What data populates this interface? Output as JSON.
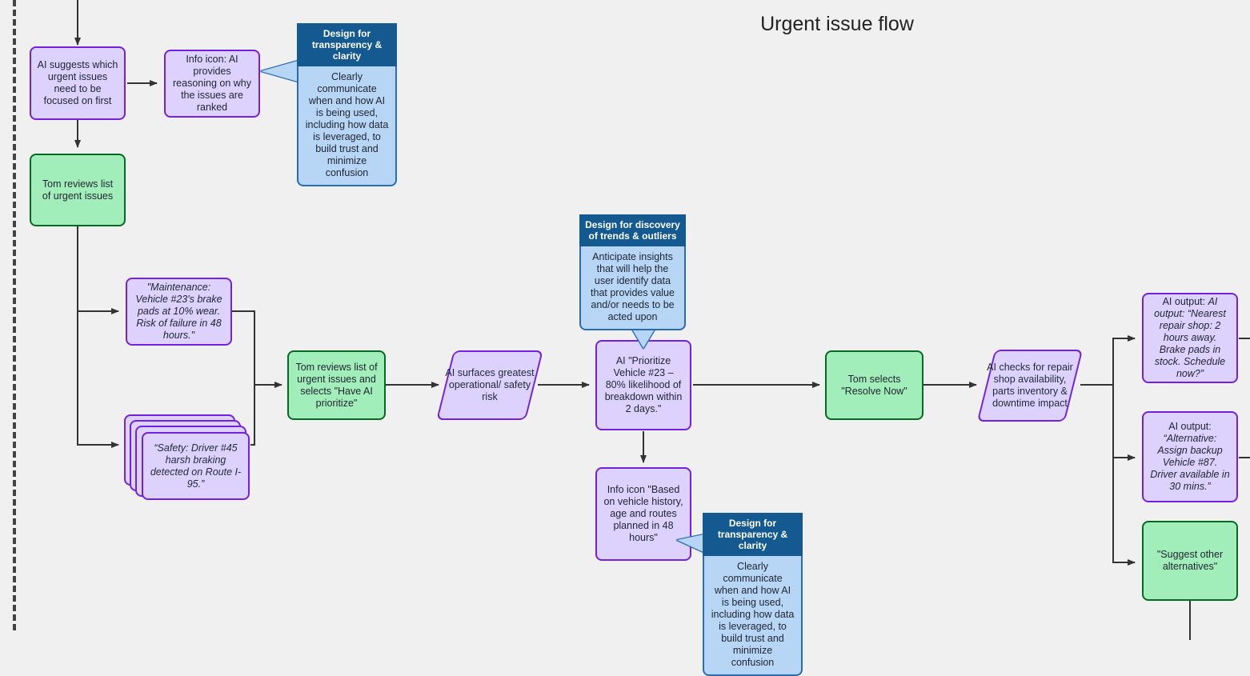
{
  "title": "Urgent issue flow",
  "colors": {
    "background": "#f0f0f0",
    "process_fill": "#ddd2fd",
    "process_border": "#7321e0",
    "action_fill": "#a2eebb",
    "action_border": "#046a21",
    "annotation_header_bg": "#14598f",
    "annotation_body_bg": "#b7d6f5",
    "annotation_border": "#2b6cb0",
    "edge": "#333333",
    "lane_divider": "#444444"
  },
  "nodes": {
    "ai_suggests": "AI suggests which urgent issues need to be focused on first",
    "info_icon_reasoning": "Info icon: AI provides reasoning on why the issues are ranked",
    "tom_reviews": "Tom reviews list of urgent issues",
    "maintenance_quote": "\"Maintenance: Vehicle #23's brake pads at 10% wear. Risk of failure in 48 hours.\"",
    "safety_quote": "“Safety: Driver #45 harsh braking detected on Route I-95.”",
    "tom_reviews_prioritize": "Tom reviews list of urgent issues and selects \"Have AI prioritize\"",
    "ai_surfaces_risk": "AI surfaces greatest operational/ safety risk",
    "ai_prioritize": "AI \"Prioritize Vehicle #23 – 80% likelihood of breakdown within 2 days.\"",
    "info_icon_basis": "Info icon \"Based on vehicle history, age and routes planned in 48 hours\"",
    "tom_resolve_now": "Tom selects \"Resolve Now\"",
    "ai_checks_repair": "AI checks for repair shop availability, parts inventory & downtime impact",
    "ai_output_nearest": "AI output: “Nearest repair shop: 2 hours away. Brake pads in stock. Schedule now?”",
    "ai_output_nearest_prefix": "AI output: ",
    "ai_output_alternative_prefix": "AI output:",
    "ai_output_alternative": "“Alternative: Assign backup Vehicle #87. Driver available in 30 mins.”",
    "suggest_alternatives": "\"Suggest other alternatives\""
  },
  "annotations": {
    "transparency_top": {
      "header": "Design for transparency & clarity",
      "body": "Clearly communicate when and how AI is being used, including how data is leveraged, to build trust and minimize confusion"
    },
    "discovery": {
      "header": "Design for discovery of trends & outliers",
      "body": "Anticipate insights that will help the user identify data that provides value and/or needs to be acted upon"
    },
    "transparency_bottom": {
      "header": "Design for transparency & clarity",
      "body": "Clearly communicate when and how AI is being used, including how data is leveraged, to build trust and minimize confusion"
    }
  }
}
